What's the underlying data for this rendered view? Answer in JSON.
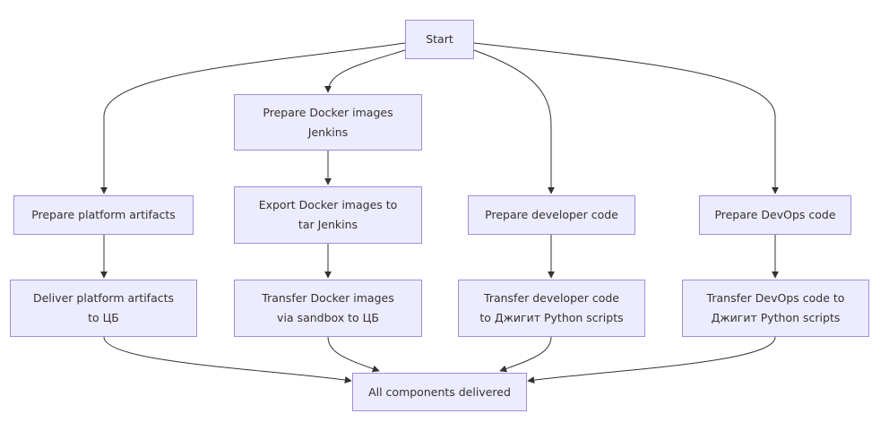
{
  "diagram": {
    "type": "flowchart",
    "nodes": {
      "start": "Start",
      "prepare_platform": "Prepare platform artifacts",
      "deliver_platform": "Deliver platform artifacts\nto ЦБ",
      "prepare_docker": "Prepare Docker images\nJenkins",
      "export_docker": "Export Docker images to\ntar Jenkins",
      "transfer_docker": "Transfer Docker images\nvia sandbox to ЦБ",
      "prepare_dev": "Prepare developer code",
      "transfer_dev": "Transfer developer code\nto Джигит Python scripts",
      "prepare_devops": "Prepare DevOps code",
      "transfer_devops": "Transfer DevOps code to\nДжигит Python scripts",
      "all_delivered": "All components delivered"
    },
    "edges": [
      [
        "start",
        "prepare_platform"
      ],
      [
        "start",
        "prepare_docker"
      ],
      [
        "start",
        "prepare_dev"
      ],
      [
        "start",
        "prepare_devops"
      ],
      [
        "prepare_platform",
        "deliver_platform"
      ],
      [
        "prepare_docker",
        "export_docker"
      ],
      [
        "export_docker",
        "transfer_docker"
      ],
      [
        "prepare_dev",
        "transfer_dev"
      ],
      [
        "prepare_devops",
        "transfer_devops"
      ],
      [
        "deliver_platform",
        "all_delivered"
      ],
      [
        "transfer_docker",
        "all_delivered"
      ],
      [
        "transfer_dev",
        "all_delivered"
      ],
      [
        "transfer_devops",
        "all_delivered"
      ]
    ],
    "colors": {
      "node_fill": "#ececfe",
      "node_border": "#9c8fe0",
      "edge": "#333333",
      "text": "#333333"
    }
  }
}
